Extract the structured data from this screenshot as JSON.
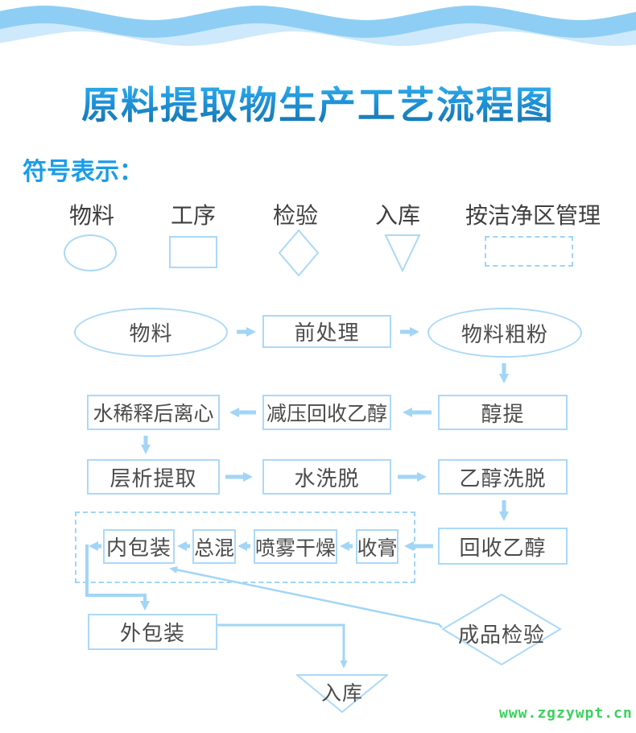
{
  "header": {
    "title": "原料提取物生产工艺流程图"
  },
  "legend": {
    "heading": "符号表示：",
    "items": [
      {
        "label": "物料",
        "shape": "ellipse"
      },
      {
        "label": "工序",
        "shape": "rect"
      },
      {
        "label": "检验",
        "shape": "diamond"
      },
      {
        "label": "入库",
        "shape": "triangle-down"
      },
      {
        "label": "按洁净区管理",
        "shape": "dashed-rect"
      }
    ]
  },
  "flow": {
    "nodes": [
      {
        "id": "material",
        "label": "物料",
        "shape": "ellipse"
      },
      {
        "id": "pretreatment",
        "label": "前处理",
        "shape": "process"
      },
      {
        "id": "coarse-powder",
        "label": "物料粗粉",
        "shape": "ellipse"
      },
      {
        "id": "alcohol-extraction",
        "label": "醇提",
        "shape": "process"
      },
      {
        "id": "vacuum-ethanol-recovery",
        "label": "减压回收乙醇",
        "shape": "process"
      },
      {
        "id": "water-dilution-centrifuge",
        "label": "水稀释后离心",
        "shape": "process"
      },
      {
        "id": "chromatography-extraction",
        "label": "层析提取",
        "shape": "process"
      },
      {
        "id": "water-elution",
        "label": "水洗脱",
        "shape": "process"
      },
      {
        "id": "ethanol-elution",
        "label": "乙醇洗脱",
        "shape": "process"
      },
      {
        "id": "ethanol-recovery",
        "label": "回收乙醇",
        "shape": "process"
      },
      {
        "id": "paste-collection",
        "label": "收膏",
        "shape": "process"
      },
      {
        "id": "spray-drying",
        "label": "喷雾干燥",
        "shape": "process"
      },
      {
        "id": "total-mixing",
        "label": "总混",
        "shape": "process"
      },
      {
        "id": "inner-packaging",
        "label": "内包装",
        "shape": "process"
      },
      {
        "id": "outer-packaging",
        "label": "外包装",
        "shape": "process"
      },
      {
        "id": "finished-product-inspection",
        "label": "成品检验",
        "shape": "diamond"
      },
      {
        "id": "warehousing",
        "label": "入库",
        "shape": "triangle-down"
      }
    ],
    "edges": [
      {
        "from": "物料",
        "to": "前处理"
      },
      {
        "from": "前处理",
        "to": "物料粗粉"
      },
      {
        "from": "物料粗粉",
        "to": "醇提"
      },
      {
        "from": "醇提",
        "to": "减压回收乙醇"
      },
      {
        "from": "减压回收乙醇",
        "to": "水稀释后离心"
      },
      {
        "from": "水稀释后离心",
        "to": "层析提取"
      },
      {
        "from": "层析提取",
        "to": "水洗脱"
      },
      {
        "from": "水洗脱",
        "to": "乙醇洗脱"
      },
      {
        "from": "乙醇洗脱",
        "to": "回收乙醇"
      },
      {
        "from": "回收乙醇",
        "to": "收膏"
      },
      {
        "from": "收膏",
        "to": "喷雾干燥"
      },
      {
        "from": "喷雾干燥",
        "to": "总混"
      },
      {
        "from": "总混",
        "to": "内包装"
      },
      {
        "from": "内包装",
        "to": "外包装"
      },
      {
        "from": "外包装",
        "to": "入库"
      },
      {
        "from": "成品检验",
        "to": "内包装"
      }
    ],
    "clean_zone_contains": [
      "内包装",
      "总混",
      "喷雾干燥",
      "收膏"
    ]
  },
  "watermark": {
    "text": "www.zgzywpt.cn"
  },
  "colors": {
    "shape_border": "#abd9f7",
    "dashed_border": "#9fd4f6",
    "arrow": "#a2d5f6",
    "node_text": "#4c4c4c",
    "legend_text": "#3e3e3e",
    "heading_blue": "#1b9ce8",
    "title_gradient_top": "#3abdf2",
    "title_gradient_bottom": "#156fa8",
    "wave_dark": "#8fcef4",
    "wave_light": "#cde9fb",
    "watermark_green": "#3dd05e"
  }
}
